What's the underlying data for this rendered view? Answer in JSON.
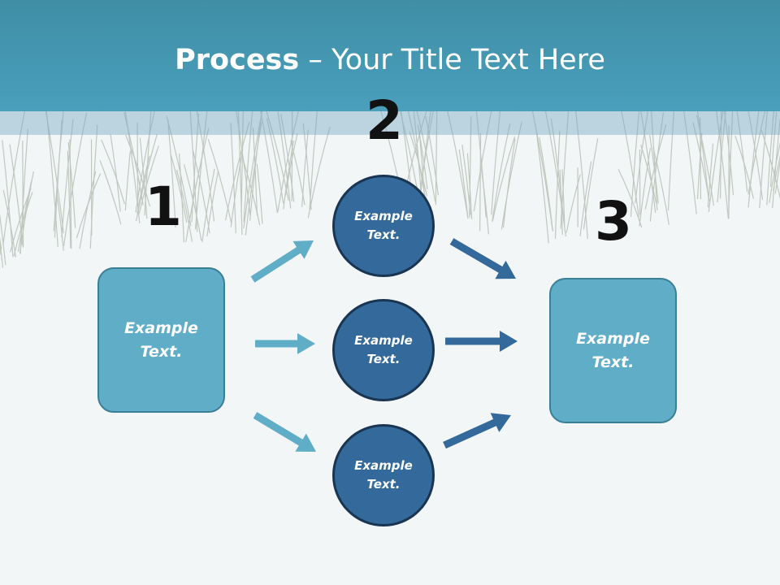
{
  "slide": {
    "title_bold": "Process",
    "title_rest": " – Your Title Text Here"
  },
  "steps": {
    "one": "1",
    "two": "2",
    "three": "3"
  },
  "left_box": {
    "text": "Example\nText."
  },
  "right_box": {
    "text": "Example\nText."
  },
  "circles": [
    {
      "text": "Example\nText."
    },
    {
      "text": "Example\nText."
    },
    {
      "text": "Example\nText."
    }
  ],
  "colors": {
    "header": "#4a9fbc",
    "box_fill": "#5fadc6",
    "circle_fill": "#336a9b",
    "arrow_light": "#5fadc6",
    "arrow_dark": "#336a9b"
  }
}
